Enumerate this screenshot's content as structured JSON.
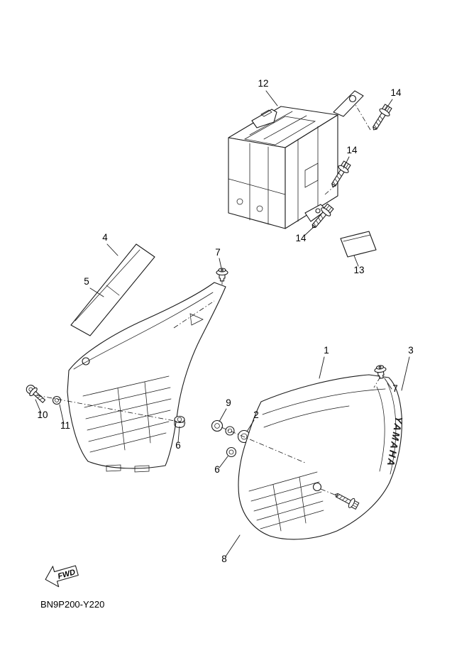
{
  "page": {
    "background": "#ffffff",
    "line_color": "#1a1a1a",
    "part_code": "BN9P200-Y220",
    "fwd_label": "FWD",
    "brand_text": "YAMAHA"
  },
  "callouts": [
    {
      "label": "12"
    },
    {
      "label": "14"
    },
    {
      "label": "14"
    },
    {
      "label": "14"
    },
    {
      "label": "13"
    },
    {
      "label": "4"
    },
    {
      "label": "5"
    },
    {
      "label": "7"
    },
    {
      "label": "7"
    },
    {
      "label": "1"
    },
    {
      "label": "3"
    },
    {
      "label": "2"
    },
    {
      "label": "9"
    },
    {
      "label": "6"
    },
    {
      "label": "6"
    },
    {
      "label": "8"
    },
    {
      "label": "10"
    },
    {
      "label": "11"
    }
  ]
}
